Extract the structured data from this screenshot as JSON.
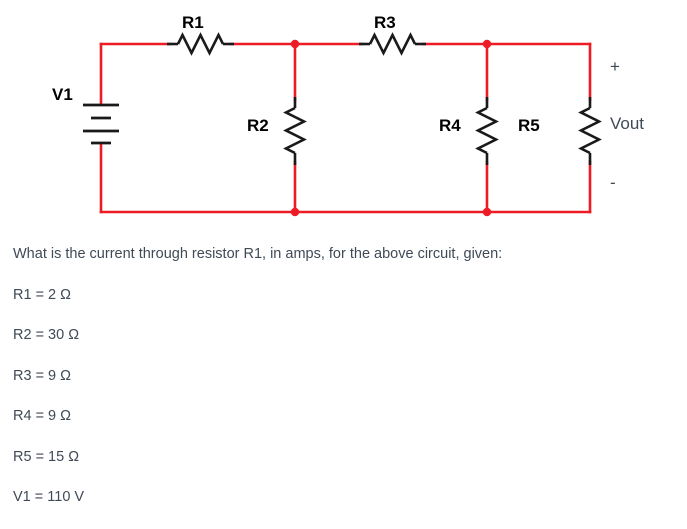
{
  "figure": {
    "name": "resistor-network-circuit",
    "wire_color": "#ed1c24",
    "component_color": "#1a1a1a",
    "labels": {
      "v1": "V1",
      "r1": "R1",
      "r2": "R2",
      "r3": "R3",
      "r4": "R4",
      "r5": "R5",
      "vout": "Vout",
      "plus": "+",
      "minus": "-"
    }
  },
  "question": {
    "prompt": "What is the current through resistor R1, in amps,  for the above circuit, given:",
    "given": [
      "R1 = 2 Ω",
      "R2 = 30 Ω",
      "R3 = 9 Ω",
      "R4 = 9 Ω",
      "R5 = 15 Ω",
      "V1 = 110 V"
    ]
  }
}
